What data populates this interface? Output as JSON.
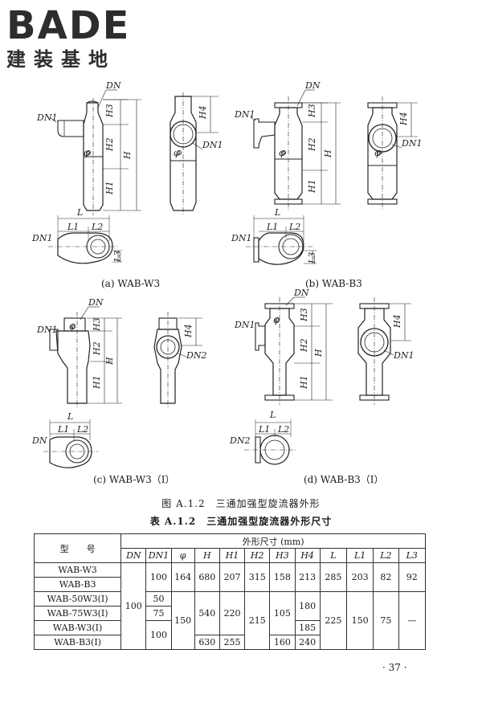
{
  "logo": {
    "word": "BADE",
    "cn": "建装基地"
  },
  "figures": {
    "captions": [
      "(a) WAB-W3",
      "(b) WAB-B3",
      "(c) WAB-W3（Ⅰ）",
      "(d) WAB-B3（Ⅰ）"
    ],
    "labels": {
      "dn": "DN",
      "dn1": "DN1",
      "dn2": "DN2",
      "h": "H",
      "h1": "H1",
      "h2": "H2",
      "h3": "H3",
      "h4": "H4",
      "l": "L",
      "l1": "L1",
      "l2": "L2",
      "l3": "L3",
      "phi": "φ"
    }
  },
  "figure_title": "图 A.1.2　三通加强型旋流器外形",
  "table_title": "表 A.1.2　三通加强型旋流器外形尺寸",
  "table": {
    "model_header": "型　　号",
    "group_header": "外形尺寸 (mm)",
    "columns": [
      "DN",
      "DN1",
      "φ",
      "H",
      "H1",
      "H2",
      "H3",
      "H4",
      "L",
      "L1",
      "L2",
      "L3"
    ],
    "models": [
      "WAB-W3",
      "WAB-B3",
      "WAB-50W3(Ⅰ)",
      "WAB-75W3(Ⅰ)",
      "WAB-W3(Ⅰ)",
      "WAB-B3(Ⅰ)"
    ],
    "cells": {
      "dn": "100",
      "dn1_a": "100",
      "dn1_b": "50",
      "dn1_c": "75",
      "dn1_d": "100",
      "phi_a": "164",
      "phi_b": "150",
      "h_a": "680",
      "h_b": "540",
      "h_c": "630",
      "h1_a": "207",
      "h1_b": "220",
      "h1_c": "255",
      "h2_a": "315",
      "h2_b": "215",
      "h3_a": "158",
      "h3_b": "105",
      "h3_c": "160",
      "h4_a": "213",
      "h4_b": "180",
      "h4_c": "185",
      "h4_d": "240",
      "l_a": "285",
      "l_b": "225",
      "l1_a": "203",
      "l1_b": "150",
      "l2_a": "82",
      "l2_b": "75",
      "l3_a": "92",
      "l3_b": "—"
    }
  },
  "page_number": "· 37 ·"
}
